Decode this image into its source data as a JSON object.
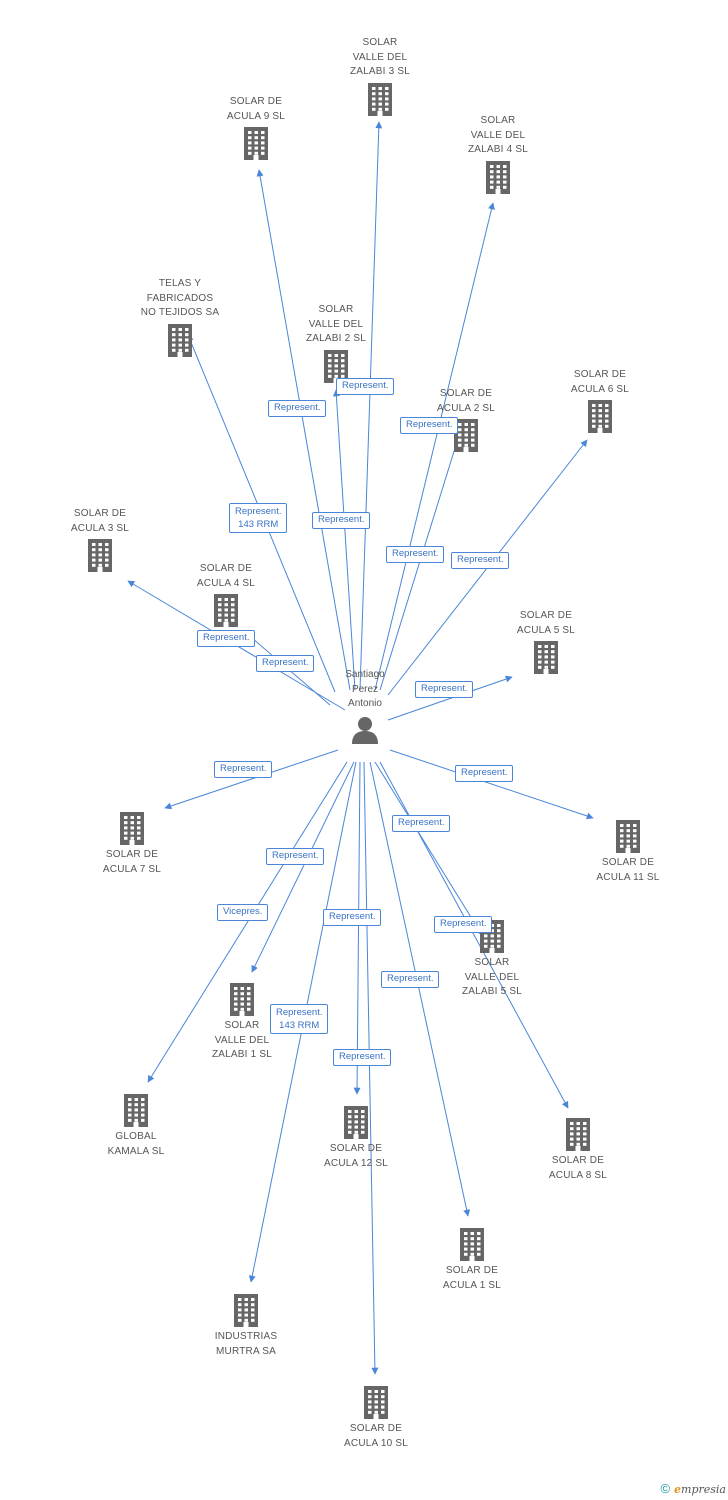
{
  "center": {
    "label_lines": [
      "Santiago",
      "Perez",
      "Antonio"
    ]
  },
  "companies": [
    {
      "id": "zalabi3",
      "lines": [
        "SOLAR",
        "VALLE DEL",
        "ZALABI 3 SL"
      ]
    },
    {
      "id": "acula9",
      "lines": [
        "SOLAR DE",
        "ACULA 9 SL"
      ]
    },
    {
      "id": "zalabi4",
      "lines": [
        "SOLAR",
        "VALLE DEL",
        "ZALABI 4 SL"
      ]
    },
    {
      "id": "telas",
      "lines": [
        "TELAS Y",
        "FABRICADOS",
        "NO TEJIDOS SA"
      ]
    },
    {
      "id": "zalabi2",
      "lines": [
        "SOLAR",
        "VALLE DEL",
        "ZALABI 2 SL"
      ]
    },
    {
      "id": "acula2",
      "lines": [
        "SOLAR DE",
        "ACULA 2 SL"
      ]
    },
    {
      "id": "acula6",
      "lines": [
        "SOLAR DE",
        "ACULA 6 SL"
      ]
    },
    {
      "id": "acula3",
      "lines": [
        "SOLAR DE",
        "ACULA 3 SL"
      ]
    },
    {
      "id": "acula4",
      "lines": [
        "SOLAR DE",
        "ACULA 4 SL"
      ]
    },
    {
      "id": "acula5",
      "lines": [
        "SOLAR DE",
        "ACULA 5 SL"
      ]
    },
    {
      "id": "acula7",
      "lines": [
        "SOLAR DE",
        "ACULA 7 SL"
      ]
    },
    {
      "id": "acula11",
      "lines": [
        "SOLAR DE",
        "ACULA 11 SL"
      ]
    },
    {
      "id": "zalabi5",
      "lines": [
        "SOLAR",
        "VALLE DEL",
        "ZALABI 5 SL"
      ]
    },
    {
      "id": "zalabi1",
      "lines": [
        "SOLAR",
        "VALLE DEL",
        "ZALABI 1 SL"
      ]
    },
    {
      "id": "global",
      "lines": [
        "GLOBAL",
        "KAMALA SL"
      ]
    },
    {
      "id": "acula12",
      "lines": [
        "SOLAR DE",
        "ACULA 12 SL"
      ]
    },
    {
      "id": "acula8",
      "lines": [
        "SOLAR DE",
        "ACULA 8 SL"
      ]
    },
    {
      "id": "acula1",
      "lines": [
        "SOLAR DE",
        "ACULA 1 SL"
      ]
    },
    {
      "id": "industrias",
      "lines": [
        "INDUSTRIAS",
        "MURTRA SA"
      ]
    },
    {
      "id": "acula10",
      "lines": [
        "SOLAR DE",
        "ACULA 10 SL"
      ]
    }
  ],
  "relations": [
    {
      "to": "zalabi3",
      "label": "Represent."
    },
    {
      "to": "acula9",
      "label": "Represent."
    },
    {
      "to": "zalabi4",
      "label": "Represent."
    },
    {
      "to": "telas",
      "label": "Represent.\n143 RRM"
    },
    {
      "to": "zalabi2",
      "label": "Represent."
    },
    {
      "to": "acula2",
      "label": "Represent."
    },
    {
      "to": "acula6",
      "label": "Represent."
    },
    {
      "to": "acula3",
      "label": "Represent."
    },
    {
      "to": "acula4",
      "label": "Represent."
    },
    {
      "to": "acula5",
      "label": "Represent."
    },
    {
      "to": "acula7",
      "label": "Represent."
    },
    {
      "to": "acula11",
      "label": "Represent."
    },
    {
      "to": "zalabi5",
      "label": "Represent."
    },
    {
      "to": "zalabi1",
      "label": "Represent."
    },
    {
      "to": "global",
      "label": "Vicepres."
    },
    {
      "to": "acula12",
      "label": "Represent."
    },
    {
      "to": "acula8",
      "label": "Represent."
    },
    {
      "to": "acula1",
      "label": "Represent."
    },
    {
      "to": "industrias",
      "label": "Represent.\n143 RRM"
    },
    {
      "to": "acula10",
      "label": "Represent."
    }
  ],
  "colors": {
    "edge": "#4a86d8",
    "icon": "#666666",
    "text": "#555555"
  },
  "footer": {
    "copyright": "©",
    "brand_initial": "e",
    "brand_rest": "mpresia"
  }
}
